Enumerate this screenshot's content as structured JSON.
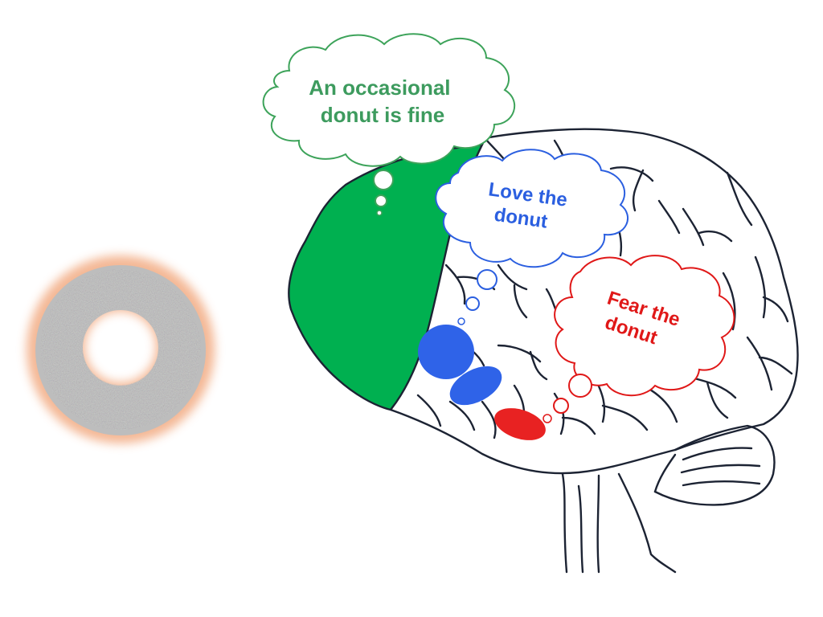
{
  "thoughts": {
    "green": {
      "line1": "An occasional",
      "line2": "donut is fine",
      "color": "#3d9b5e",
      "fill": "#00b050"
    },
    "blue": {
      "line1": "Love the",
      "line2": "donut",
      "color": "#2b5fe0",
      "fill": "#2f63e8"
    },
    "red": {
      "line1": "Fear the",
      "line2": "donut",
      "color": "#e01818",
      "fill": "#e82222"
    }
  },
  "brain_outline_color": "#1c2333",
  "donut": {
    "dough_color": "#b9b9b9",
    "glaze_color": "#f3b08a"
  }
}
